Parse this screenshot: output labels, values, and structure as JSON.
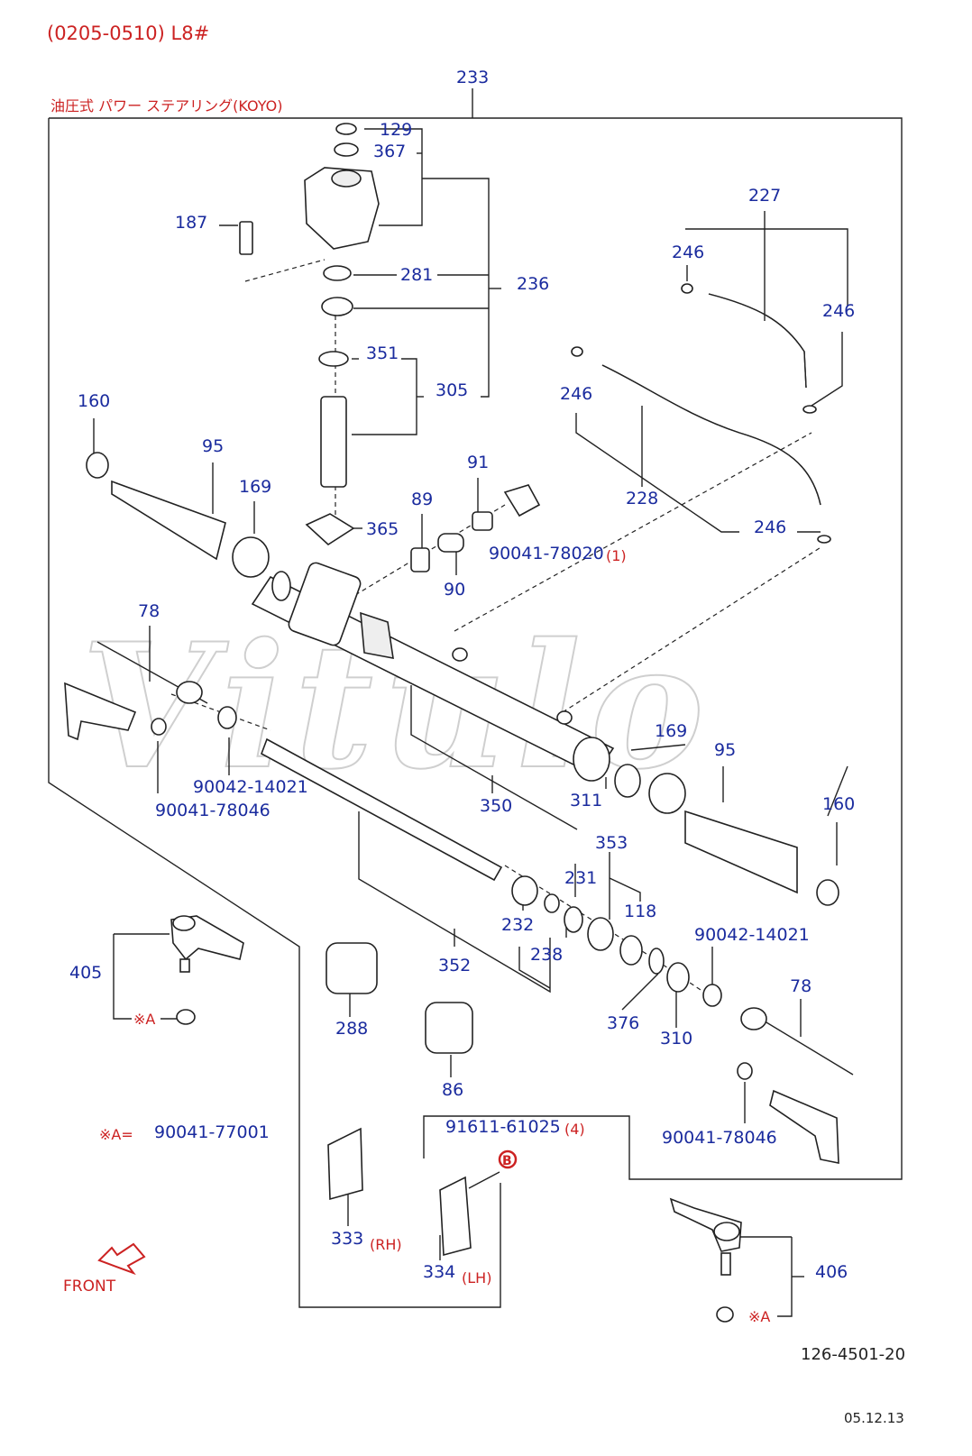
{
  "header": {
    "title": "(0205-0510) L8#",
    "subtitle": "油圧式  パワー  ステアリング(KOYO)"
  },
  "footer": {
    "code": "126-4501-20",
    "date": "05.12.13"
  },
  "watermark": "Vitulo",
  "note_marker": "※A",
  "note": {
    "prefix": "※A=",
    "part": "90041-77001"
  },
  "front_label": "FRONT",
  "circle_ref": "B",
  "qty_notes": {
    "q1": "(1)",
    "q4": "(4)",
    "rh": "(RH)",
    "lh": "(LH)"
  },
  "callouts": {
    "c233": "233",
    "c129": "129",
    "c367": "367",
    "c187": "187",
    "c281": "281",
    "c236": "236",
    "c351": "351",
    "c305": "305",
    "c160a": "160",
    "c95a": "95",
    "c169a": "169",
    "c89": "89",
    "c91": "91",
    "c365": "365",
    "c90": "90",
    "c9004178020": "90041-78020",
    "c227": "227",
    "c246a": "246",
    "c246b": "246",
    "c246c": "246",
    "c246d": "246",
    "c228": "228",
    "c78a": "78",
    "c9004214021a": "90042-14021",
    "c9004178046a": "90041-78046",
    "c350": "350",
    "c311": "311",
    "c169b": "169",
    "c95b": "95",
    "c160b": "160",
    "c353": "353",
    "c231": "231",
    "c118": "118",
    "c232": "232",
    "c238": "238",
    "c9004214021b": "90042-14021",
    "c78b": "78",
    "c405": "405",
    "c352": "352",
    "c288": "288",
    "c376": "376",
    "c310": "310",
    "c86": "86",
    "c9161161025": "91611-61025",
    "c9004178046b": "90041-78046",
    "c333": "333",
    "c334": "334",
    "c406": "406"
  }
}
